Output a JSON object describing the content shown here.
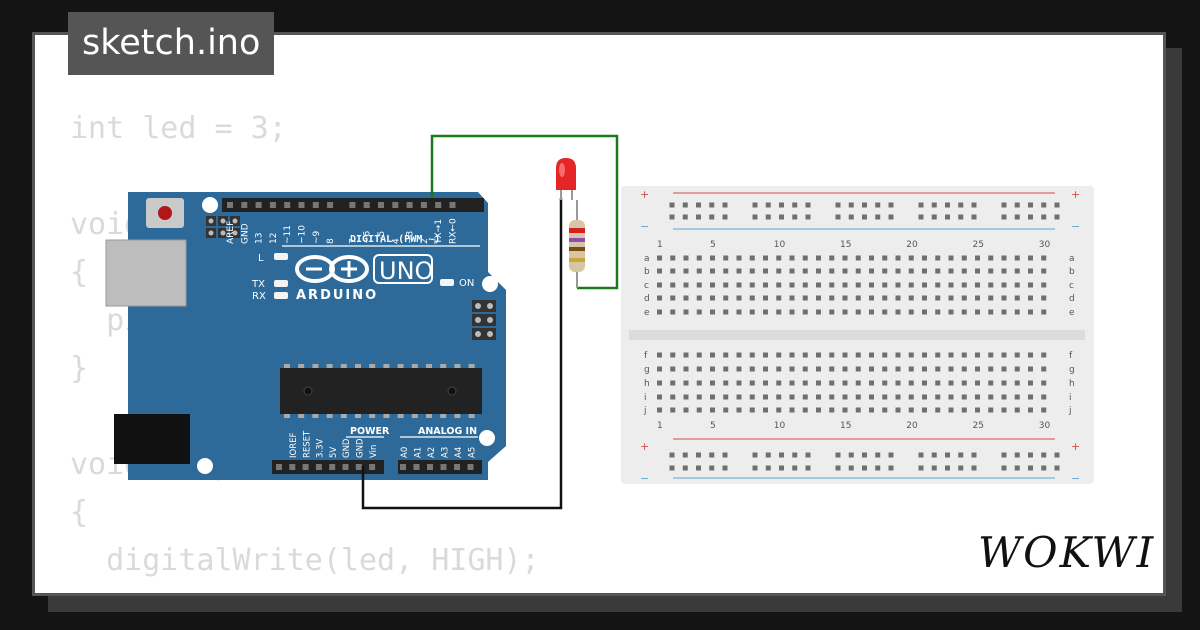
{
  "file_tab": {
    "title": "sketch.ino"
  },
  "code_lines": [
    "int led = 3;",
    "",
    "void setup()",
    "{",
    "  pinMode(led, OUTPUT);",
    "}",
    "",
    "void loop()",
    "{",
    "  digitalWrite(led, HIGH);",
    "}"
  ],
  "arduino": {
    "model": "UNO",
    "brand": "ARDUINO",
    "digital_label": "DIGITAL (PWM ~)",
    "digital_pins": [
      "AREF",
      "GND",
      "13",
      "12",
      "~11",
      "~10",
      "~9",
      "8",
      "7",
      "~6",
      "~5",
      "4",
      "~3",
      "2",
      "TX→1",
      "RX←0"
    ],
    "power_label": "POWER",
    "power_pins": [
      "IOREF",
      "RESET",
      "3.3V",
      "5V",
      "GND",
      "GND",
      "Vin"
    ],
    "analog_label": "ANALOG IN",
    "analog_pins": [
      "A0",
      "A1",
      "A2",
      "A3",
      "A4",
      "A5"
    ],
    "leds": {
      "l": "L",
      "tx": "TX",
      "rx": "RX",
      "on": "ON"
    }
  },
  "breadboard": {
    "row_letters_top": [
      "a",
      "b",
      "c",
      "d",
      "e"
    ],
    "row_letters_bottom": [
      "f",
      "g",
      "h",
      "i",
      "j"
    ],
    "column_numbers": [
      "1",
      "5",
      "10",
      "15",
      "20",
      "25",
      "30"
    ],
    "rail_symbols": [
      "+",
      "−"
    ]
  },
  "brand": {
    "logo_text": "WOKWI"
  },
  "colors": {
    "board_blue": "#2d6a99",
    "wire_green": "#1a7a1a",
    "wire_black": "#111111",
    "led_red": "#e52626",
    "breadboard_bg": "#ededed",
    "rail_red": "#d94c4c",
    "rail_blue": "#5aa8d8"
  }
}
